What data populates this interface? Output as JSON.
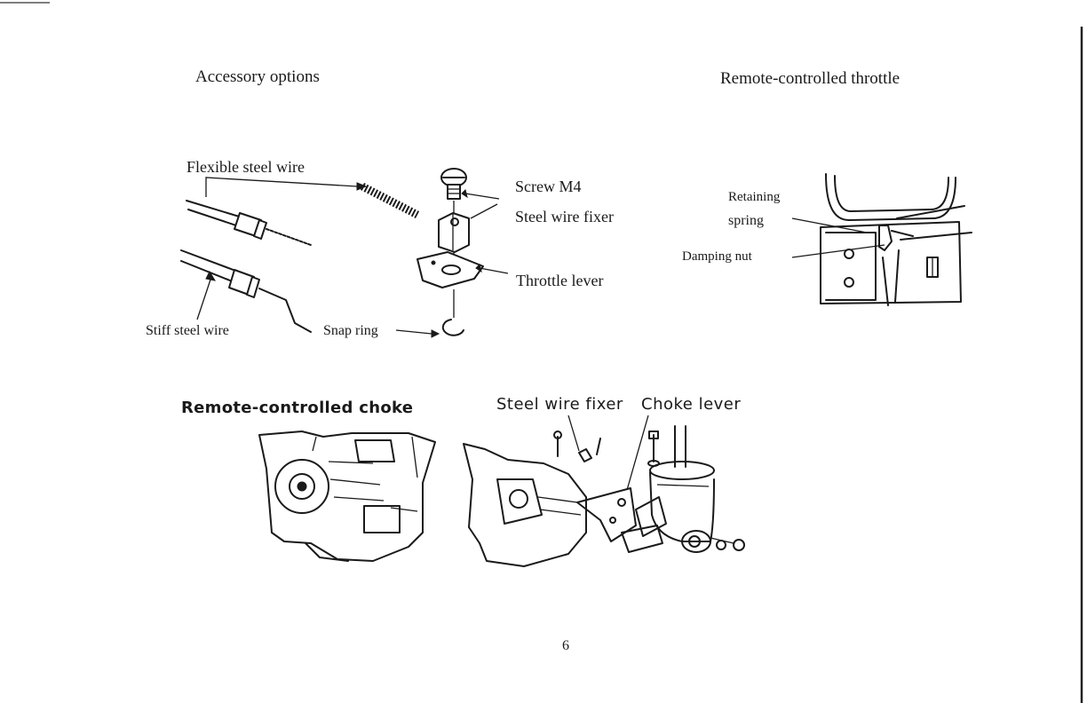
{
  "page": {
    "accessory_title": "Accessory options",
    "throttle_title": "Remote-controlled throttle",
    "choke_title": "Remote-controlled choke",
    "page_number": "6"
  },
  "accessory_labels": {
    "flexible_steel_wire": "Flexible steel wire",
    "stiff_steel_wire": "Stiff steel wire",
    "snap_ring": "Snap ring",
    "screw_m4": "Screw M4",
    "steel_wire_fixer": "Steel wire fixer",
    "throttle_lever": "Throttle lever"
  },
  "throttle_labels": {
    "retaining_spring_1": "Retaining",
    "retaining_spring_2": "spring",
    "damping_nut": "Damping nut"
  },
  "choke_labels": {
    "steel_wire_fixer": "Steel wire fixer",
    "choke_lever": "Choke lever"
  }
}
